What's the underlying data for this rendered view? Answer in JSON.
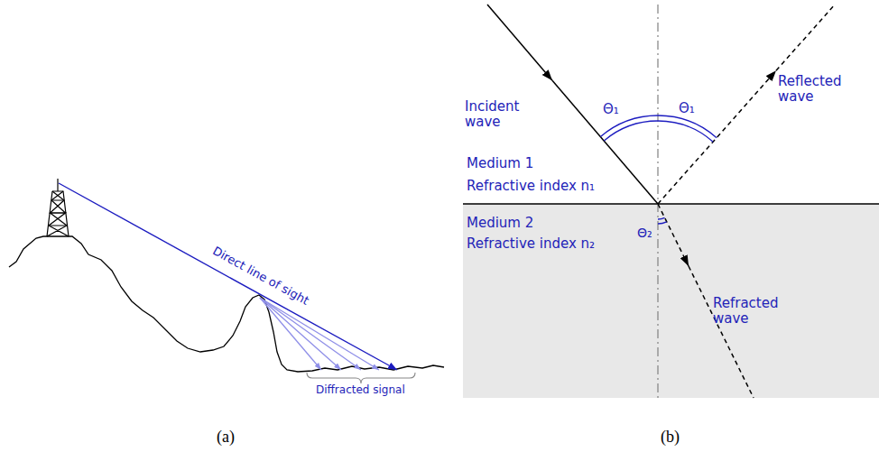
{
  "diagram": {
    "labels": [
      "Direct line of sight",
      "Diffracted signal",
      "(a)",
      "Incident wave",
      "Reflected wave",
      "Θ₁",
      "Θ₁",
      "Medium 1",
      "Refractive index n₁",
      "Medium 2",
      "Refractive index n₂",
      "Θ₂",
      "Refracted wave",
      "(b)"
    ]
  }
}
